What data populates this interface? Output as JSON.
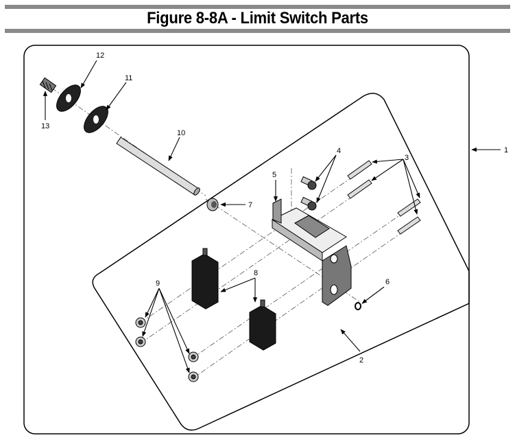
{
  "figure": {
    "title": "Figure 8-8A - Limit Switch Parts"
  },
  "callouts": [
    {
      "id": "c1",
      "label": "1"
    },
    {
      "id": "c2",
      "label": "2"
    },
    {
      "id": "c3",
      "label": "3"
    },
    {
      "id": "c4",
      "label": "4"
    },
    {
      "id": "c5",
      "label": "5"
    },
    {
      "id": "c6",
      "label": "6"
    },
    {
      "id": "c7",
      "label": "7"
    },
    {
      "id": "c8",
      "label": "8"
    },
    {
      "id": "c9",
      "label": "9"
    },
    {
      "id": "c10",
      "label": "10"
    },
    {
      "id": "c11",
      "label": "11"
    },
    {
      "id": "c12",
      "label": "12"
    },
    {
      "id": "c13",
      "label": "13"
    }
  ]
}
